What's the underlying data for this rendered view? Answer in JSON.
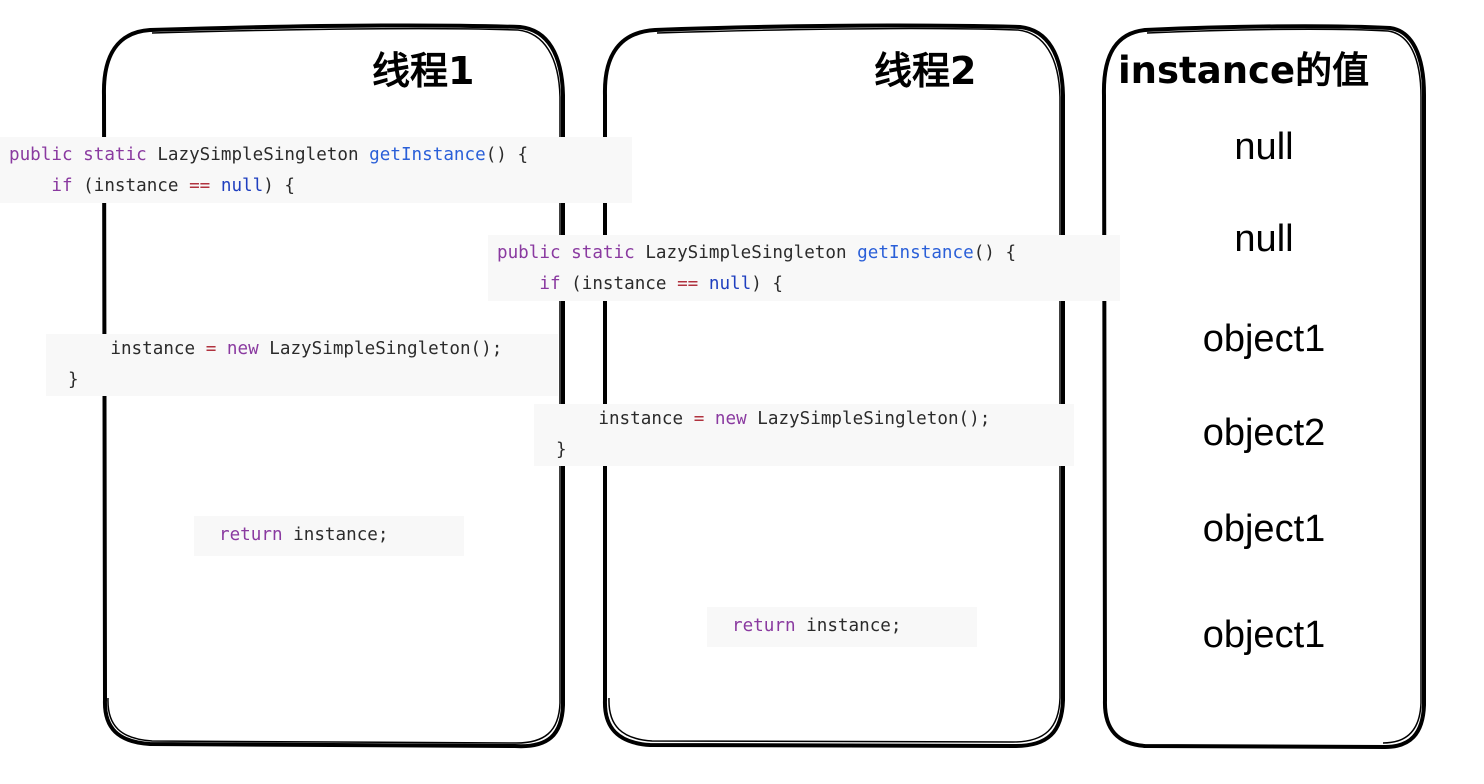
{
  "columns": {
    "thread1_title": "线程1",
    "thread2_title": "线程2",
    "value_title": "instance的值"
  },
  "thread1": {
    "block_get_instance": {
      "line1": {
        "kw1": "public",
        "kw2": "static",
        "type": "LazySimpleSingleton",
        "method": "getInstance",
        "tail": "() {"
      },
      "line2": {
        "kw": "if",
        "open": "(instance",
        "op": "==",
        "lit": "null",
        "close": ") {"
      }
    },
    "block_assign": {
      "line1": {
        "var": "instance",
        "op": "=",
        "kw": "new",
        "rest": "LazySimpleSingleton();"
      },
      "line2": "}"
    },
    "block_return": {
      "kw": "return",
      "rest": "instance;"
    }
  },
  "thread2": {
    "block_get_instance": {
      "line1": {
        "kw1": "public",
        "kw2": "static",
        "type": "LazySimpleSingleton",
        "method": "getInstance",
        "tail": "() {"
      },
      "line2": {
        "kw": "if",
        "open": "(instance",
        "op": "==",
        "lit": "null",
        "close": ") {"
      }
    },
    "block_assign": {
      "line1": {
        "var": "instance",
        "op": "=",
        "kw": "new",
        "rest": "LazySimpleSingleton();"
      },
      "line2": "}"
    },
    "block_return": {
      "kw": "return",
      "rest": "instance;"
    }
  },
  "values": [
    "null",
    "null",
    "object1",
    "object2",
    "object1",
    "object1"
  ],
  "colors": {
    "frame_stroke": "#000000",
    "code_background": "#f8f8f8",
    "keyword": "#8a3aa0",
    "method": "#2a5fd8",
    "operator": "#b0323e",
    "literal": "#1f3fbf",
    "code_text": "#2b2b2b"
  }
}
